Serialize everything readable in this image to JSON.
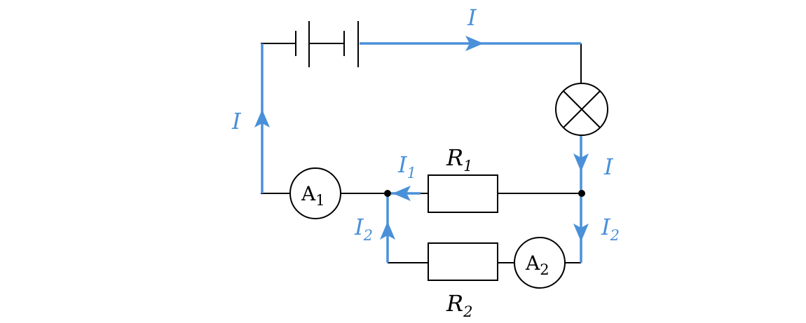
{
  "colors": {
    "current": "#4a90d9",
    "wire": "#000000"
  },
  "labels": {
    "I_top": {
      "sym": "I",
      "sub": ""
    },
    "I_left": {
      "sym": "I",
      "sub": ""
    },
    "I_right": {
      "sym": "I",
      "sub": ""
    },
    "I1": {
      "sym": "I",
      "sub": "1"
    },
    "I2_left": {
      "sym": "I",
      "sub": "2"
    },
    "I2_right": {
      "sym": "I",
      "sub": "2"
    },
    "R1": {
      "sym": "R",
      "sub": "1"
    },
    "R2": {
      "sym": "R",
      "sub": "2"
    },
    "A1": {
      "sym": "A",
      "sub": "1"
    },
    "A2": {
      "sym": "A",
      "sub": "2"
    }
  }
}
